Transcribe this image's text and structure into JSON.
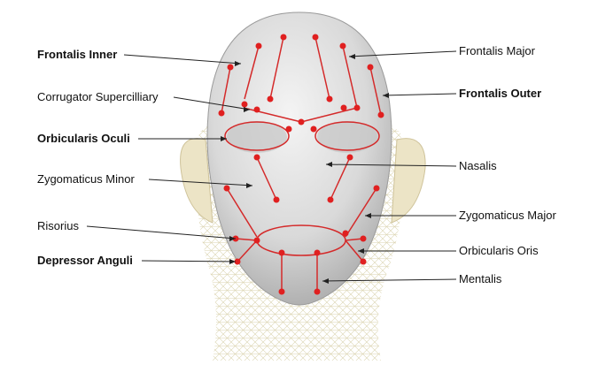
{
  "labels": {
    "frontalis_inner": "Frontalis Inner",
    "corrugator_supercilliary": "Corrugator Supercilliary",
    "orbicularis_oculi": "Orbicularis Oculi",
    "zygomaticus_minor": "Zygomaticus Minor",
    "risorius": "Risorius",
    "depressor_anguli": "Depressor Anguli",
    "frontalis_major": "Frontalis Major",
    "frontalis_outer": "Frontalis Outer",
    "nasalis": "Nasalis",
    "zygomaticus_major": "Zygomaticus Major",
    "orbicularis_oris": "Orbicularis Oris",
    "mentalis": "Mentalis"
  },
  "colors": {
    "marker": "#e02020",
    "muscle_line": "#d42a2a",
    "mesh": "#d8cfa8",
    "face": "#dcdcdc",
    "leader": "#222222"
  }
}
